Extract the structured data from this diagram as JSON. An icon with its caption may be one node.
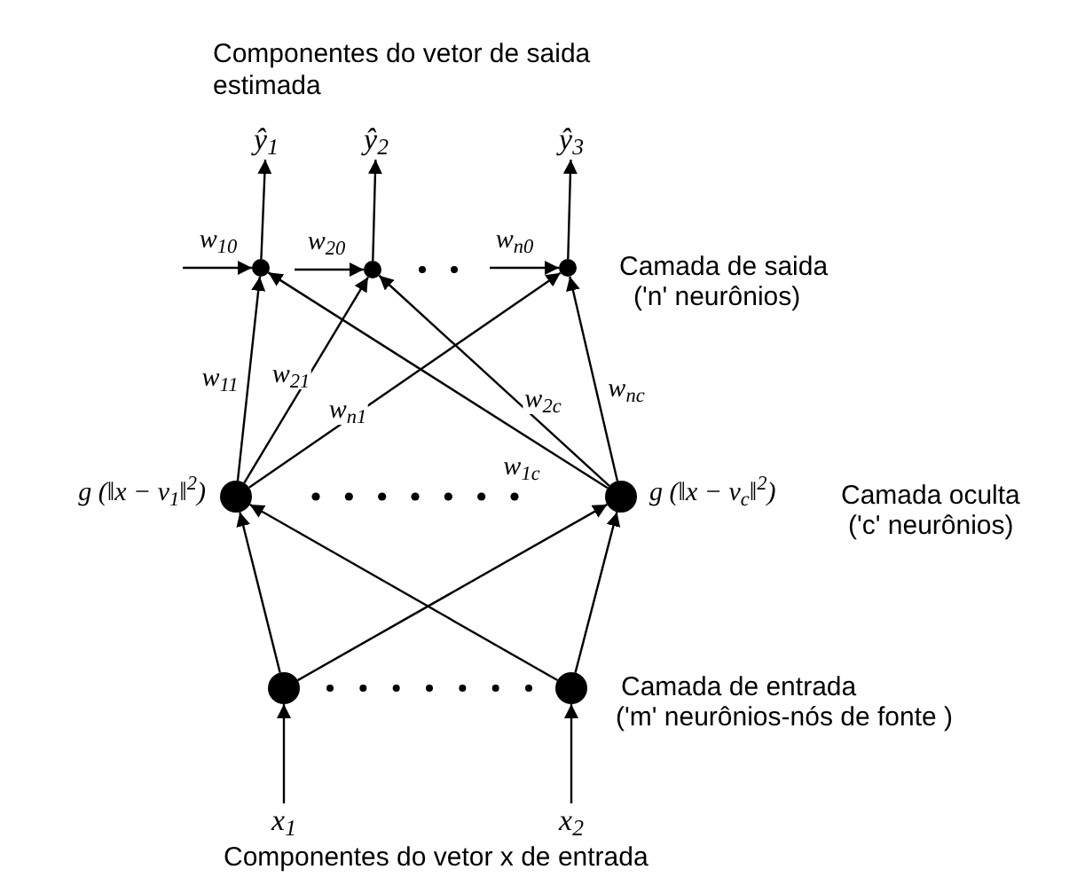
{
  "diagram": {
    "nodes": [
      {
        "text": [],
        "shape": "circle"
      },
      {
        "text": [],
        "shape": "circle"
      },
      {
        "text": [],
        "shape": "circle"
      },
      {
        "text": [],
        "shape": "circle",
        "beside": [
          "g (‖x − v$_{1}$‖$^{2}$)"
        ]
      },
      {
        "text": [],
        "shape": "circle",
        "beside": [
          "g (‖x − v$_{c}$‖$^{2}$)"
        ]
      },
      {
        "text": [],
        "shape": "circle"
      },
      {
        "text": [],
        "shape": "circle"
      },
      {
        "text": [
          "ŷ$_{1}$"
        ]
      },
      {
        "text": [
          "ŷ$_{2}$"
        ]
      },
      {
        "text": [
          "ŷ$_{3}$"
        ]
      },
      {
        "text": [
          "x$_{1}$"
        ]
      },
      {
        "text": [
          "x$_{2}$"
        ]
      }
    ],
    "edges": [
      {
        "from": 0,
        "to": 7,
        "arrow": "to"
      },
      {
        "from": 1,
        "to": 8,
        "arrow": "to"
      },
      {
        "from": 2,
        "to": 9,
        "arrow": "to"
      },
      {
        "from": null,
        "to": 0,
        "arrow": "to",
        "label": "w$_{10}$"
      },
      {
        "from": null,
        "to": 1,
        "arrow": "to",
        "label": "w$_{20}$"
      },
      {
        "from": null,
        "to": 2,
        "arrow": "to",
        "label": "w$_{n0}$"
      },
      {
        "from": 3,
        "to": 0,
        "arrow": "to",
        "label": "w$_{11}$"
      },
      {
        "from": 3,
        "to": 1,
        "arrow": "to",
        "label": "w$_{21}$"
      },
      {
        "from": 3,
        "to": 2,
        "arrow": "to",
        "label": "w$_{n1}$"
      },
      {
        "from": 4,
        "to": 0,
        "arrow": "to",
        "label": "w$_{1c}$"
      },
      {
        "from": 4,
        "to": 1,
        "arrow": "to",
        "label": "w$_{2c}$"
      },
      {
        "from": 4,
        "to": 2,
        "arrow": "to",
        "label": "w$_{nc}$"
      },
      {
        "from": 5,
        "to": 3,
        "arrow": "to"
      },
      {
        "from": 5,
        "to": 4,
        "arrow": "to"
      },
      {
        "from": 6,
        "to": 3,
        "arrow": "to"
      },
      {
        "from": 6,
        "to": 4,
        "arrow": "to"
      },
      {
        "from": 10,
        "to": 5,
        "arrow": "to"
      },
      {
        "from": 11,
        "to": 6,
        "arrow": "to"
      }
    ],
    "labels": [
      "Componentes do vetor de saida estimada",
      "Camada de saida",
      "('n' neurônios)",
      "Camada oculta",
      "('c' neurônios)",
      "Camada de entrada",
      "('m' neurônios-nós de fonte )",
      "Componentes do vetor x de entrada"
    ]
  }
}
